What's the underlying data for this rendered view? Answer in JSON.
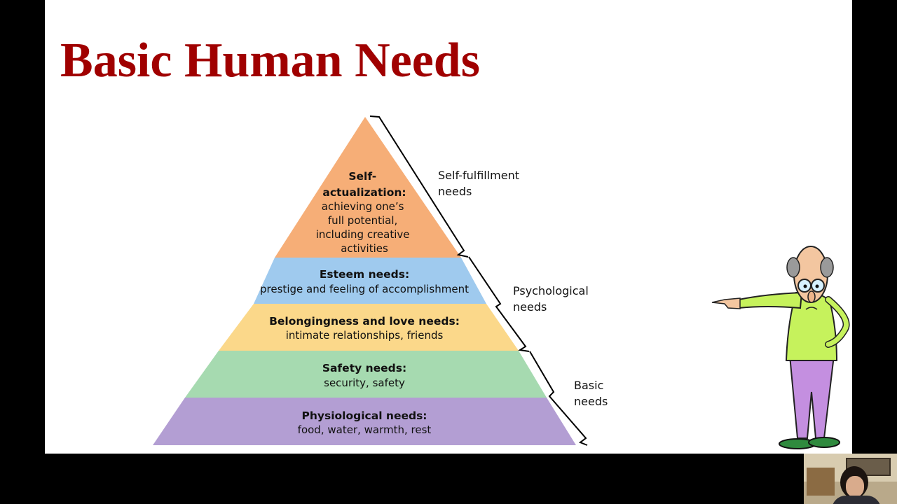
{
  "slide": {
    "title": "Basic Human Needs"
  },
  "pyramid": {
    "levels": [
      {
        "title_lines": [
          "Self-",
          "actualization:"
        ],
        "sub_lines": [
          "achieving one’s",
          "full potential,",
          "including creative",
          "activities"
        ],
        "color": "#f6ae77"
      },
      {
        "title_lines": [
          "Esteem needs:"
        ],
        "sub_lines": [
          "prestige and feeling of accomplishment"
        ],
        "color": "#9fcaee"
      },
      {
        "title_lines": [
          "Belongingness and love needs:"
        ],
        "sub_lines": [
          "intimate relationships, friends"
        ],
        "color": "#fbd88a"
      },
      {
        "title_lines": [
          "Safety needs:"
        ],
        "sub_lines": [
          "security, safety"
        ],
        "color": "#a6dab0"
      },
      {
        "title_lines": [
          "Physiological needs:"
        ],
        "sub_lines": [
          "food, water, warmth, rest"
        ],
        "color": "#b39ed3"
      }
    ],
    "groups": [
      {
        "lines": [
          "Self-fulfillment",
          "needs"
        ]
      },
      {
        "lines": [
          "Psychological",
          "needs"
        ]
      },
      {
        "lines": [
          "Basic",
          "needs"
        ]
      }
    ]
  },
  "illustrations": {
    "character": "cartoon-old-man-pointing",
    "webcam": "presenter-webcam"
  }
}
